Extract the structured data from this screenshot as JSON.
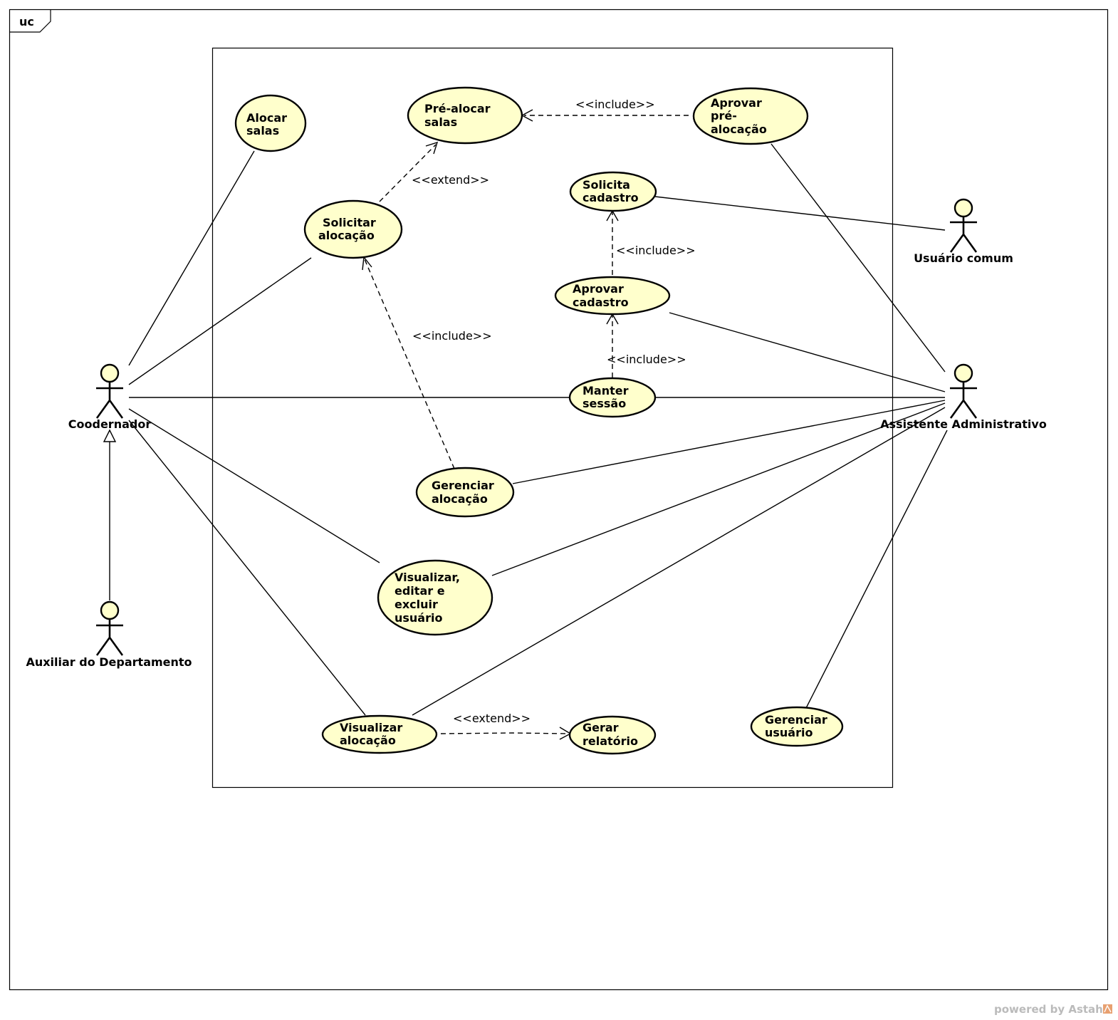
{
  "frame": {
    "label": "uc"
  },
  "actors": {
    "coordenador": "Coodernador",
    "auxiliar": "Auxiliar do Departamento",
    "usuario_comum": "Usuário comum",
    "assistente": "Assistente Administrativo"
  },
  "use_cases": {
    "alocar_salas": [
      "Alocar",
      "salas"
    ],
    "pre_alocar_salas": [
      "Pré-alocar",
      "salas"
    ],
    "aprovar_pre_alocacao": [
      "Aprovar",
      "pré-",
      "alocação"
    ],
    "solicitar_alocacao": [
      "Solicitar",
      "alocação"
    ],
    "solicita_cadastro": [
      "Solicita",
      "cadastro"
    ],
    "aprovar_cadastro": [
      "Aprovar",
      "cadastro"
    ],
    "manter_sessao": [
      "Manter",
      "sessão"
    ],
    "gerenciar_alocacao": [
      "Gerenciar",
      "alocação"
    ],
    "visualizar_editar_excluir_usuario": [
      "Visualizar,",
      "editar e",
      "excluir",
      "usuário"
    ],
    "visualizar_alocacao": [
      "Visualizar",
      "alocação"
    ],
    "gerar_relatorio": [
      "Gerar",
      "relatório"
    ],
    "gerenciar_usuario": [
      "Gerenciar",
      "usuário"
    ]
  },
  "stereotypes": {
    "include_pre_alocacao": "<<include>>",
    "extend_solicitar": "<<extend>>",
    "include_solicita_cadastro": "<<include>>",
    "include_gerenciar_alocacao": "<<include>>",
    "include_aprovar_cadastro": "<<include>>",
    "extend_relatorio": "<<extend>>"
  },
  "watermark": {
    "text": "powered by Astah"
  },
  "colors": {
    "use_case_fill": "#ffffcc",
    "line": "#000000",
    "watermark": "#bbbbbb",
    "logo": "#e8a070"
  }
}
